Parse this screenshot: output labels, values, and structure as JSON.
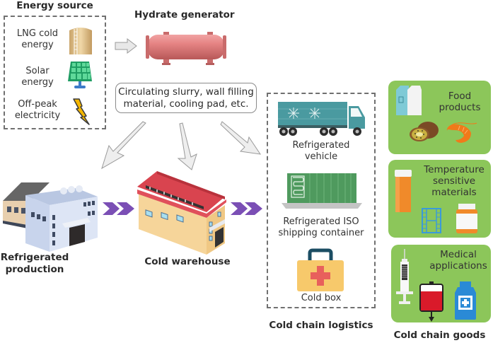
{
  "energy_source": {
    "title": "Energy source",
    "items": [
      {
        "label_line1": "LNG cold",
        "label_line2": "energy",
        "icon": "lng-tank-icon"
      },
      {
        "label_line1": "Solar",
        "label_line2": "energy",
        "icon": "solar-panel-icon"
      },
      {
        "label_line1": "Off-peak",
        "label_line2": "electricity",
        "icon": "lightning-icon"
      }
    ]
  },
  "hydrate_generator": {
    "title": "Hydrate generator",
    "applications_line1": "Circulating slurry, wall filling",
    "applications_line2": "material, cooling pad, etc."
  },
  "refrigerated_production": {
    "label_line1": "Refrigerated",
    "label_line2": "production"
  },
  "cold_warehouse": {
    "label": "Cold warehouse"
  },
  "cold_chain_logistics": {
    "title": "Cold chain logistics",
    "items": [
      {
        "label_line1": "Refrigerated",
        "label_line2": "vehicle",
        "icon": "refrigerated-truck-icon"
      },
      {
        "label_line1": "Refrigerated ISO",
        "label_line2": "shipping container",
        "icon": "shipping-container-icon"
      },
      {
        "label_line1": "Cold box",
        "label_line2": "",
        "icon": "cold-box-icon"
      }
    ]
  },
  "cold_chain_goods": {
    "title": "Cold chain goods",
    "panels": [
      {
        "label_line1": "Food",
        "label_line2": "products",
        "label_line3": ""
      },
      {
        "label_line1": "Temperature",
        "label_line2": "sensitive",
        "label_line3": "materials"
      },
      {
        "label_line1": "Medical",
        "label_line2": "applications",
        "label_line3": ""
      }
    ]
  },
  "colors": {
    "panel_green": "#8cc65a",
    "flow_arrow": "#7a4bb0",
    "dashed_border": "#707070",
    "generator": "#d9777a"
  }
}
